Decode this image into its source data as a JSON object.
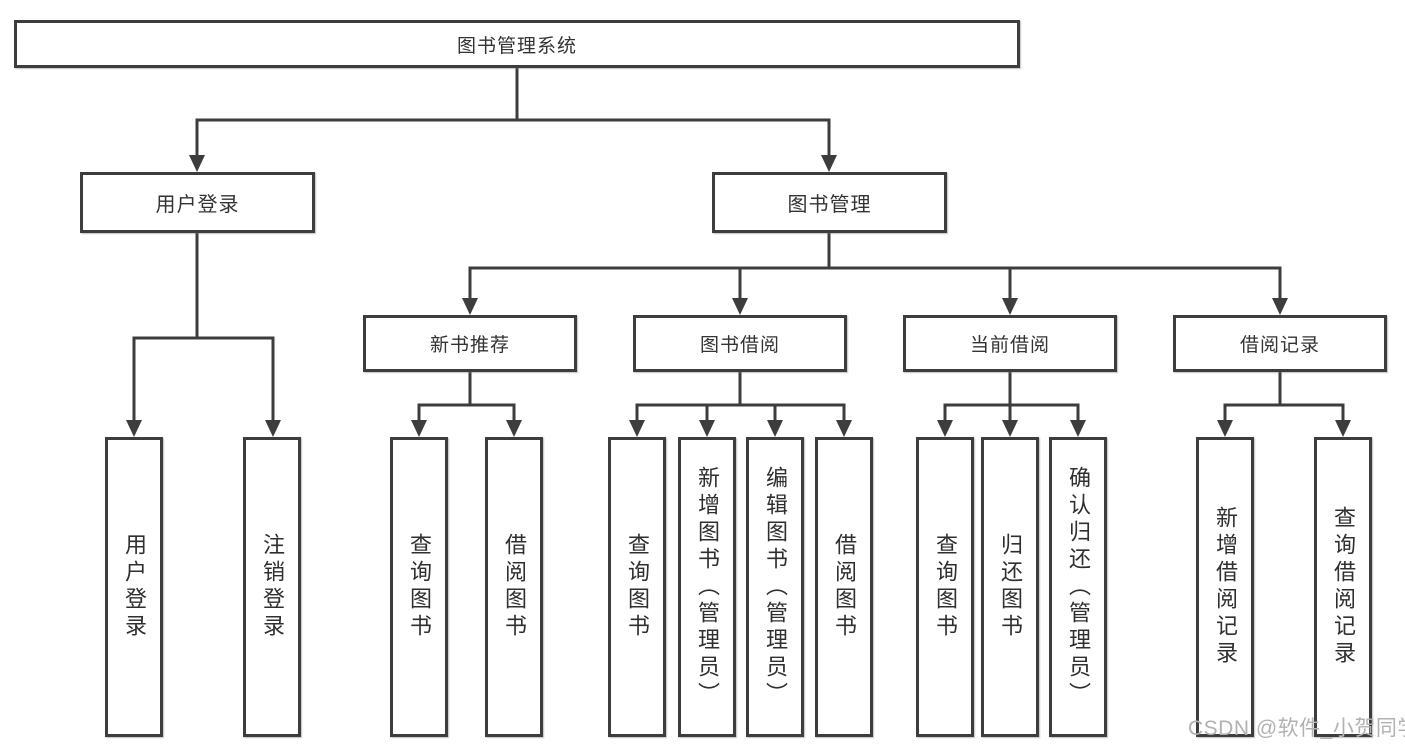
{
  "diagram": {
    "root": {
      "label": "图书管理系统"
    },
    "branches": [
      {
        "label": "用户登录",
        "children": [
          {
            "label": "用户登录"
          },
          {
            "label": "注销登录"
          }
        ]
      },
      {
        "label": "图书管理",
        "children": [
          {
            "label": "新书推荐",
            "children": [
              {
                "label": "查询图书"
              },
              {
                "label": "借阅图书"
              }
            ]
          },
          {
            "label": "图书借阅",
            "children": [
              {
                "label": "查询图书"
              },
              {
                "label": "新增图书（管理员）"
              },
              {
                "label": "编辑图书（管理员）"
              },
              {
                "label": "借阅图书"
              }
            ]
          },
          {
            "label": "当前借阅",
            "children": [
              {
                "label": "查询图书"
              },
              {
                "label": "归还图书"
              },
              {
                "label": "确认归还（管理员）"
              }
            ]
          },
          {
            "label": "借阅记录",
            "children": [
              {
                "label": "新增借阅记录"
              },
              {
                "label": "查询借阅记录"
              }
            ]
          }
        ]
      }
    ]
  },
  "watermark": {
    "text": "CSDN @软件_小贺同学"
  },
  "colors": {
    "line": "#3d3d3d",
    "text": "#333333",
    "background": "#ffffff",
    "watermark": "#b2b2b2"
  }
}
